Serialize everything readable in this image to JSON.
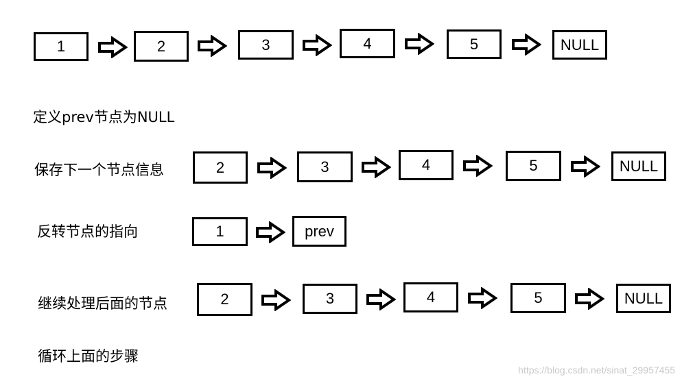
{
  "row1": {
    "nodes": [
      "1",
      "2",
      "3",
      "4",
      "5",
      "NULL"
    ]
  },
  "step_define_prev": "定义prev节点为NULL",
  "row2": {
    "label": "保存下一个节点信息",
    "nodes": [
      "2",
      "3",
      "4",
      "5",
      "NULL"
    ]
  },
  "row3": {
    "label": "反转节点的指向",
    "nodes": [
      "1",
      "prev"
    ]
  },
  "row4": {
    "label": "继续处理后面的节点",
    "nodes": [
      "2",
      "3",
      "4",
      "5",
      "NULL"
    ]
  },
  "step_repeat": "循环上面的步骤",
  "watermark": "https://blog.csdn.net/sinat_29957455",
  "arrow_icon": "block-right-arrow"
}
